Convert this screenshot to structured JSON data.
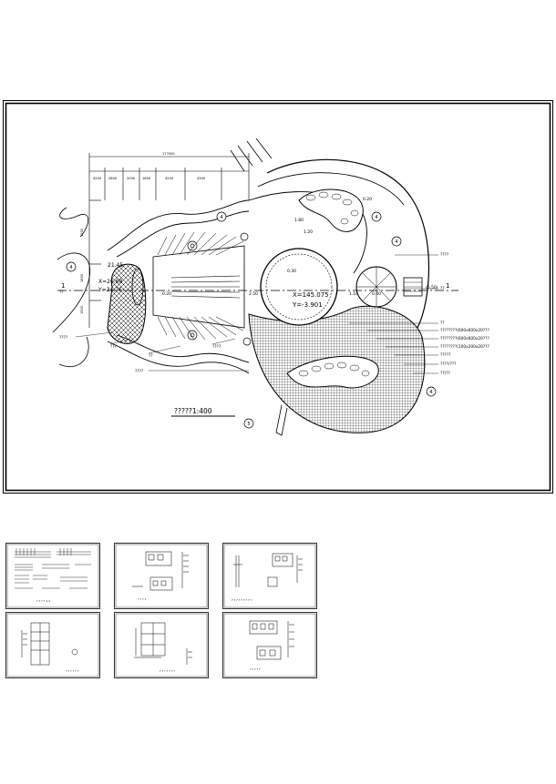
{
  "main_drawing": {
    "scale_caption": "?????1:400",
    "dims_top": [
      "4200",
      "2800",
      "2000",
      "1800",
      "4200",
      "4300",
      "177000"
    ],
    "dims_mid": [
      "1.80",
      "1.20",
      "0.30",
      "0.20"
    ],
    "dims_left": [
      "1200",
      "1800",
      "1500"
    ],
    "elev_left": [
      "21.45",
      "X=26.68",
      "Y=34.76"
    ],
    "elev_right": [
      "X=145.075",
      "Y=-3.901"
    ],
    "center_levels": [
      "0.20",
      "2.50",
      "1.10",
      "0.40"
    ],
    "label_small": "??",
    "section_marks": [
      "1",
      "1"
    ],
    "gate_label": "(6.50)",
    "notes_left": [
      "????",
      "???",
      "??",
      "????",
      "????",
      "??"
    ],
    "notes_right": [
      "????",
      "??",
      "??",
      "????????(600x600x20???",
      "????????(600x600x20???",
      "????????(100x200x20???",
      "?????",
      "????/???",
      "??(??"
    ],
    "callout_nums": [
      "4",
      "4",
      "4",
      "4",
      "4",
      "5"
    ]
  },
  "thumbnails": [
    {
      "caption": "? ? ? ?  1:1"
    },
    {
      "caption": "? ? ? ?"
    },
    {
      "caption": "? ? ? ? ? ? ? ? ?"
    },
    {
      "caption": "? ? ? ? ? ?"
    },
    {
      "caption": "? ? ? ? ? ? ?"
    },
    {
      "caption": "? ? ? ? ?"
    }
  ]
}
